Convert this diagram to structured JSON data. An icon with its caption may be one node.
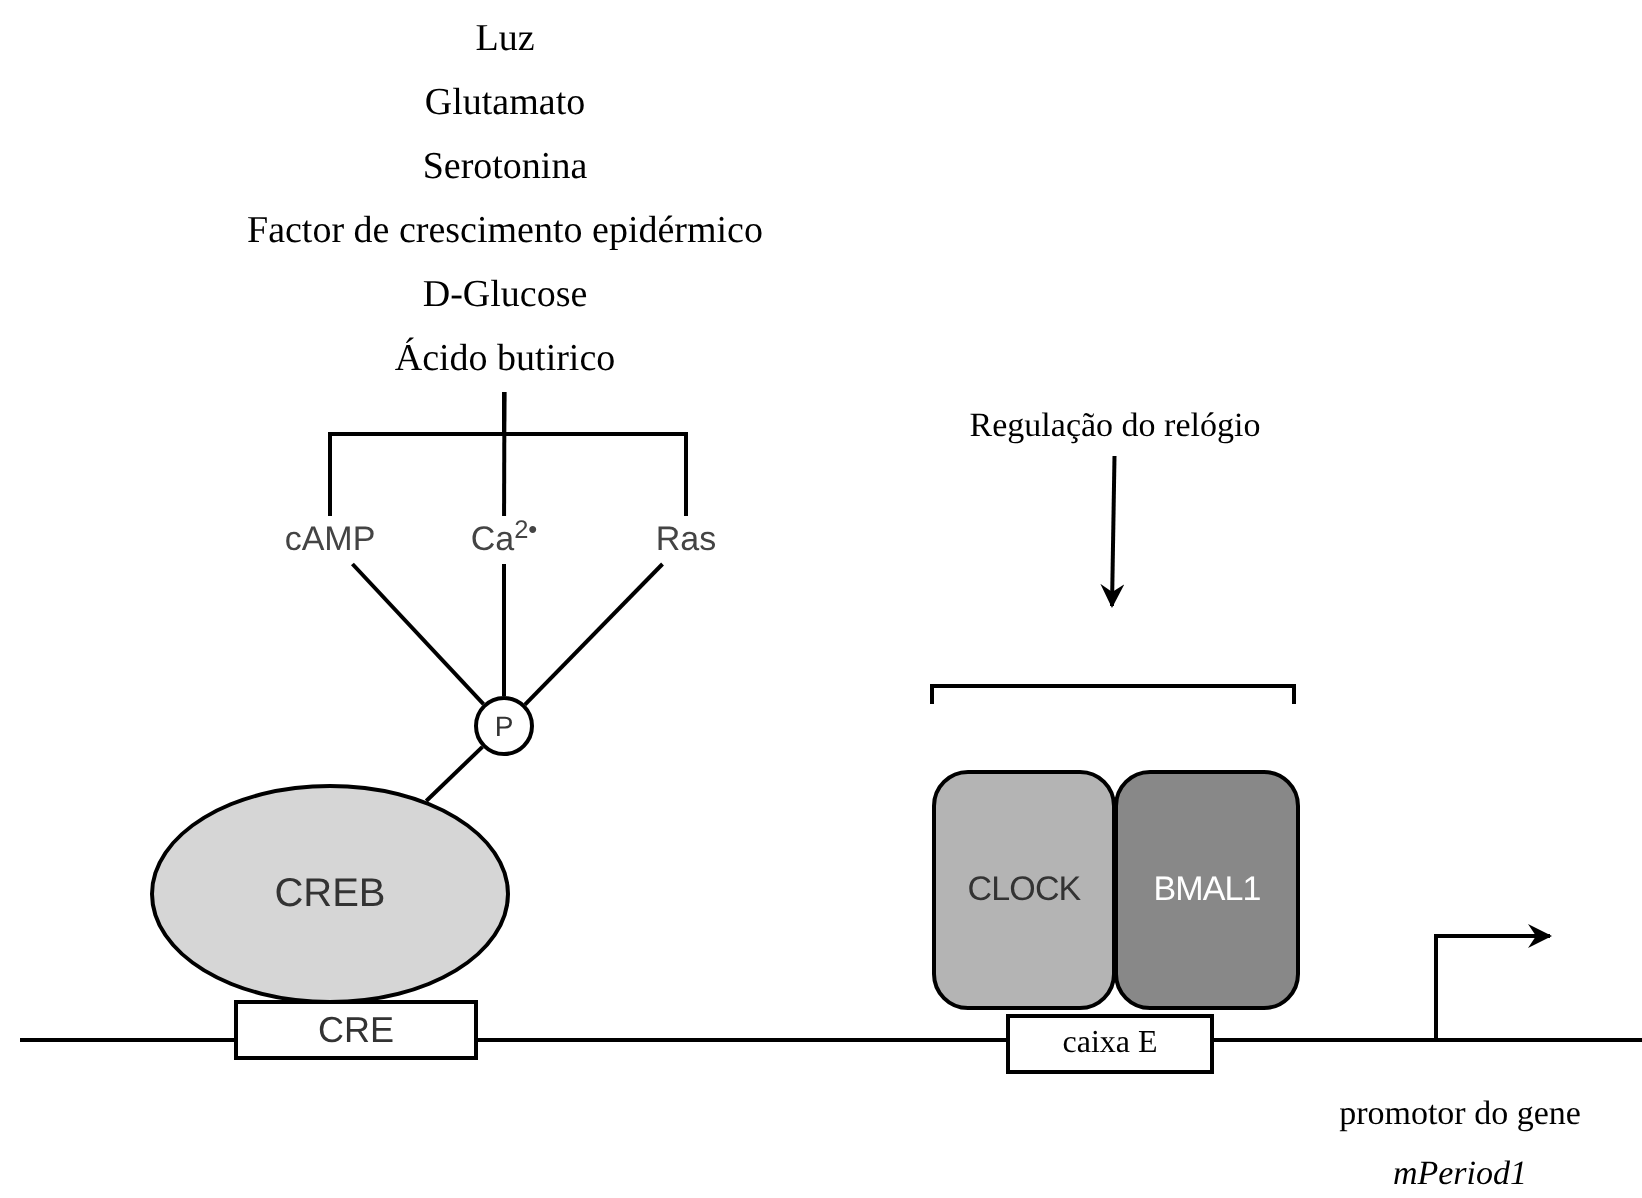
{
  "diagram": {
    "nodes": [
      {
        "text": [
          "Luz",
          "Glutamato",
          "Serotonina",
          "Factor de crescimento epidérmico",
          "D-Glucose",
          "Ácido butirico"
        ]
      },
      {
        "text": [
          "cAMP"
        ]
      },
      {
        "text": [
          "Ca$^{2•}$"
        ]
      },
      {
        "text": [
          "Ras"
        ]
      },
      {
        "text": [
          "P"
        ]
      },
      {
        "text": [
          "CREB"
        ]
      },
      {
        "text": [
          "CRE"
        ]
      },
      {
        "text": [
          "Regulação do relógio"
        ]
      },
      {
        "text": [
          "CLOCK"
        ]
      },
      {
        "text": [
          "BMAL1"
        ]
      },
      {
        "text": [
          "caixa E"
        ]
      }
    ],
    "edges": [
      {
        "from": 0,
        "to": 1,
        "arrow": "none"
      },
      {
        "from": 0,
        "to": 2,
        "arrow": "none"
      },
      {
        "from": 0,
        "to": 3,
        "arrow": "none"
      },
      {
        "from": 1,
        "to": 4,
        "arrow": "none"
      },
      {
        "from": 2,
        "to": 4,
        "arrow": "none"
      },
      {
        "from": 3,
        "to": 4,
        "arrow": "none"
      },
      {
        "from": 4,
        "to": 5,
        "arrow": "none"
      },
      {
        "from": 7,
        "to": null,
        "arrow": "to"
      }
    ],
    "labels": [
      "promotor do gene *mPeriod1*"
    ]
  }
}
